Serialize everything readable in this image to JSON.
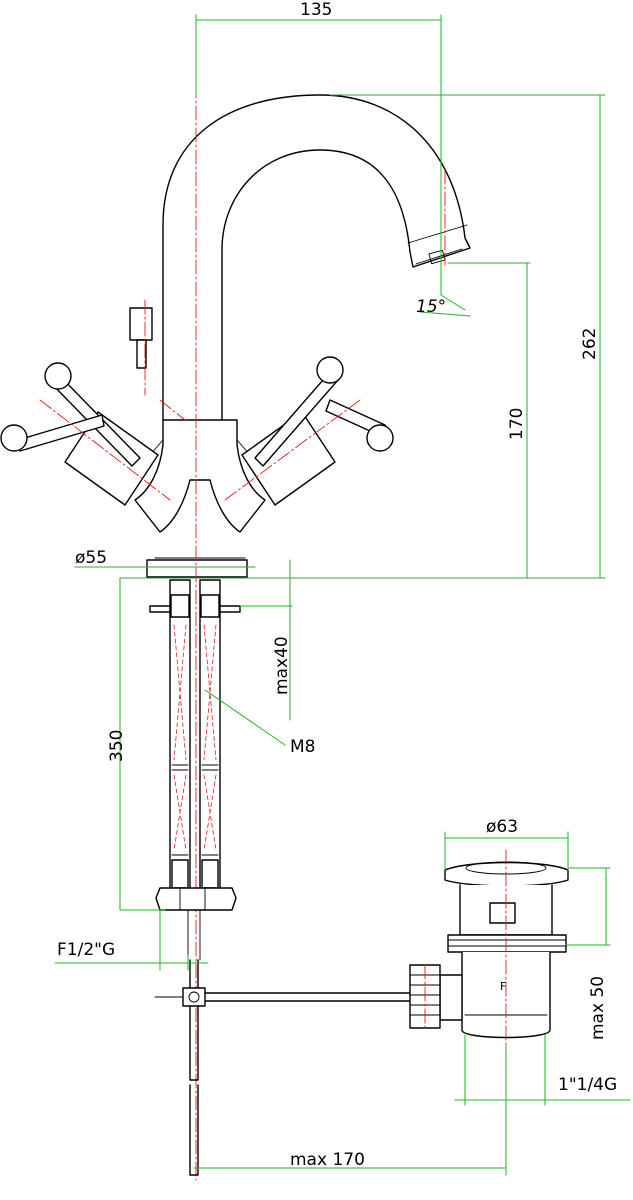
{
  "dimensions": {
    "spout_reach": "135",
    "total_height": "262",
    "spout_height": "170",
    "spout_angle": "15°",
    "base_diameter": "ø55",
    "max_thickness": "max40",
    "shank_thread": "M8",
    "hose_length": "350",
    "hose_connection": "F1/2\"G",
    "waste_diameter": "ø63",
    "waste_height": "max 50",
    "waste_thread": "1\"1/4G",
    "rod_length": "max 170"
  },
  "colors": {
    "outline": "#000000",
    "dimension": "#1fb51f",
    "centerline": "#e21b1b"
  }
}
